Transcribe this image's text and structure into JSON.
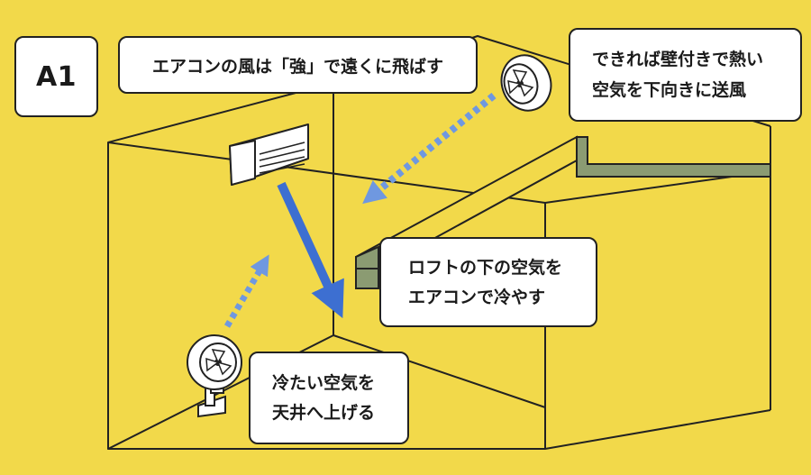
{
  "badge": "A1",
  "label_strong_wind": "エアコンの風は「強」で遠くに飛ばす",
  "label_wall_fan": [
    "できれば壁付きで熱い",
    "空気を下向きに送風"
  ],
  "label_loft": [
    "ロフトの下の空気を",
    "エアコンで冷やす"
  ],
  "label_ceiling": [
    "冷たい空気を",
    "天井へ上げる"
  ],
  "colors": {
    "background": "#f2d94a",
    "line": "#222222",
    "box_fill": "#ffffff",
    "solid_arrow": "#3d6fd1",
    "dotted_arrow": "#6f98e0",
    "loft_band": "#8b9b72"
  },
  "icons": [
    "air-conditioner-icon",
    "wall-fan-icon",
    "floor-fan-icon"
  ]
}
